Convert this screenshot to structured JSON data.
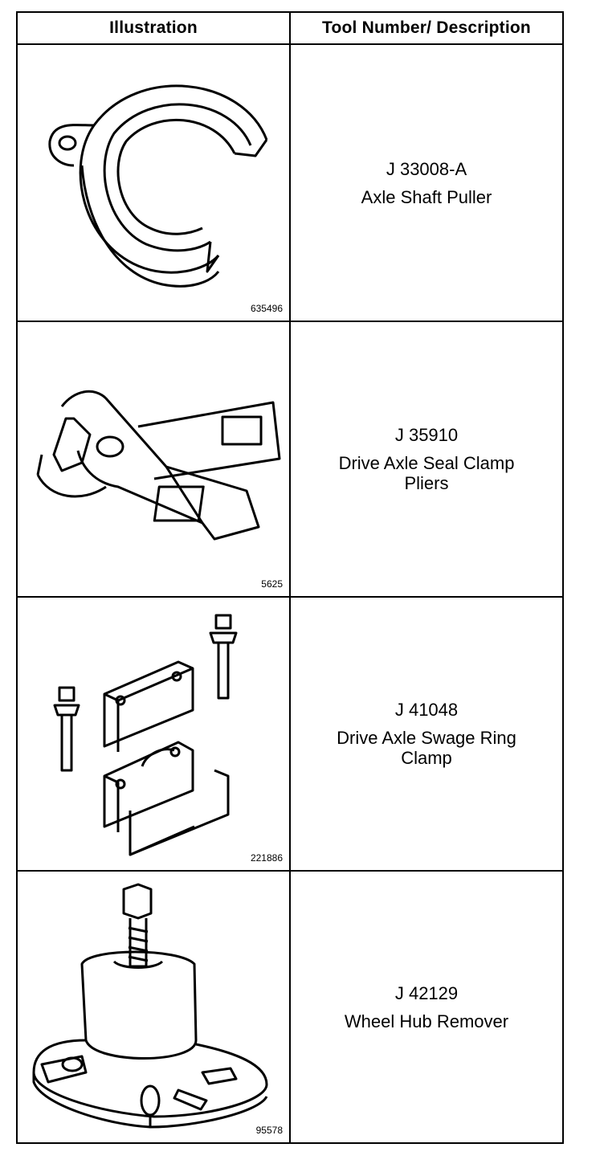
{
  "header": {
    "illustration": "Illustration",
    "tool": "Tool Number/ Description"
  },
  "tools": [
    {
      "figure": "635496",
      "number": "J 33008-A",
      "name": "Axle Shaft Puller",
      "icon": "axle-shaft-puller-illustration"
    },
    {
      "figure": "5625",
      "number": "J 35910",
      "name": "Drive Axle Seal Clamp Pliers",
      "icon": "seal-clamp-pliers-illustration"
    },
    {
      "figure": "221886",
      "number": "J 41048",
      "name": "Drive Axle Swage Ring Clamp",
      "icon": "swage-ring-clamp-illustration"
    },
    {
      "figure": "95578",
      "number": "J 42129",
      "name": "Wheel Hub Remover",
      "icon": "wheel-hub-remover-illustration"
    }
  ]
}
